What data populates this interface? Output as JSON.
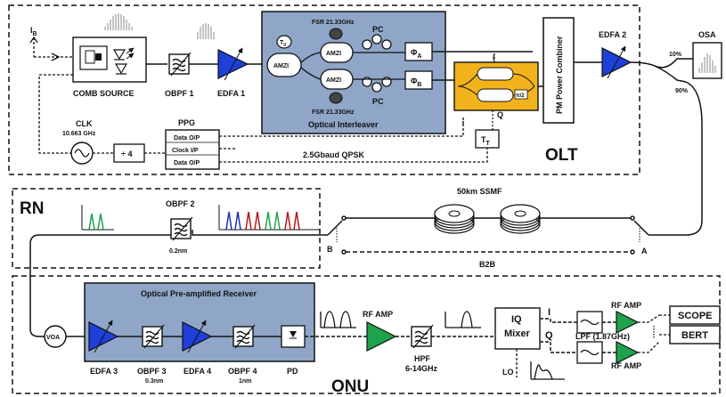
{
  "sections": {
    "olt": "OLT",
    "rn": "RN",
    "onu": "ONU"
  },
  "olt": {
    "ib": "I",
    "ib_sub": "B",
    "comb_source": "COMB SOURCE",
    "obpf1": "OBPF 1",
    "edfa1": "EDFA 1",
    "interleaver_title": "Optical Interleaver",
    "fsr_top": "FSR 21.33GHz",
    "fsr_bottom": "FSR 21.33GHz",
    "amzi": "AMZI",
    "t0": "T",
    "t0_sub": "0",
    "pc": "PC",
    "phi_a": "Φ",
    "phi_a_sub": "A",
    "phi_b": "Φ",
    "phi_b_sub": "B",
    "pi2": "π/2",
    "iq_i": "I",
    "iq_q": "Q",
    "tt": "T",
    "tt_sub": "T",
    "pm_combiner": "PM Power Combiner",
    "edfa2": "EDFA 2",
    "osa": "OSA",
    "split_10": "10%",
    "split_90": "90%",
    "clk": "CLK",
    "clk_freq": "10.663 GHz",
    "div4": "÷ 4",
    "ppg": "PPG",
    "ppg_ports": [
      "Data O/P",
      "Clock I/P",
      "Data O/P"
    ],
    "qpsk": "2.5Gbaud QPSK"
  },
  "rn": {
    "obpf2": "OBPF 2",
    "obpf2_bw": "0.2nm",
    "ssmf": "50km SSMF",
    "b2b": "B2B",
    "port_a": "A",
    "port_b": "B"
  },
  "onu": {
    "receiver_title": "Optical Pre-amplified Receiver",
    "voa": "VOA",
    "edfa3": "EDFA 3",
    "obpf3": "OBPF 3",
    "obpf3_bw": "0.3nm",
    "edfa4": "EDFA 4",
    "obpf4": "OBPF 4",
    "obpf4_bw": "1nm",
    "pd": "PD",
    "rf_amp": "RF AMP",
    "hpf": "HPF",
    "hpf_range": "6-14GHz",
    "iq_mixer_1": "IQ",
    "iq_mixer_2": "Mixer",
    "lo": "LO",
    "mix_i": "I",
    "mix_q": "Q",
    "lpf": "LPF (1.87GHz)",
    "rf_amp_top": "RF AMP",
    "rf_amp_bottom": "RF AMP",
    "scope": "SCOPE",
    "bert": "BERT"
  },
  "colors": {
    "interleaver_fill": "#8fa6c8",
    "receiver_fill": "#8fa6c8",
    "edfa_blue": "#1e3fd8",
    "rf_green": "#1fa34a",
    "modulator_orange": "#f2b21b"
  }
}
